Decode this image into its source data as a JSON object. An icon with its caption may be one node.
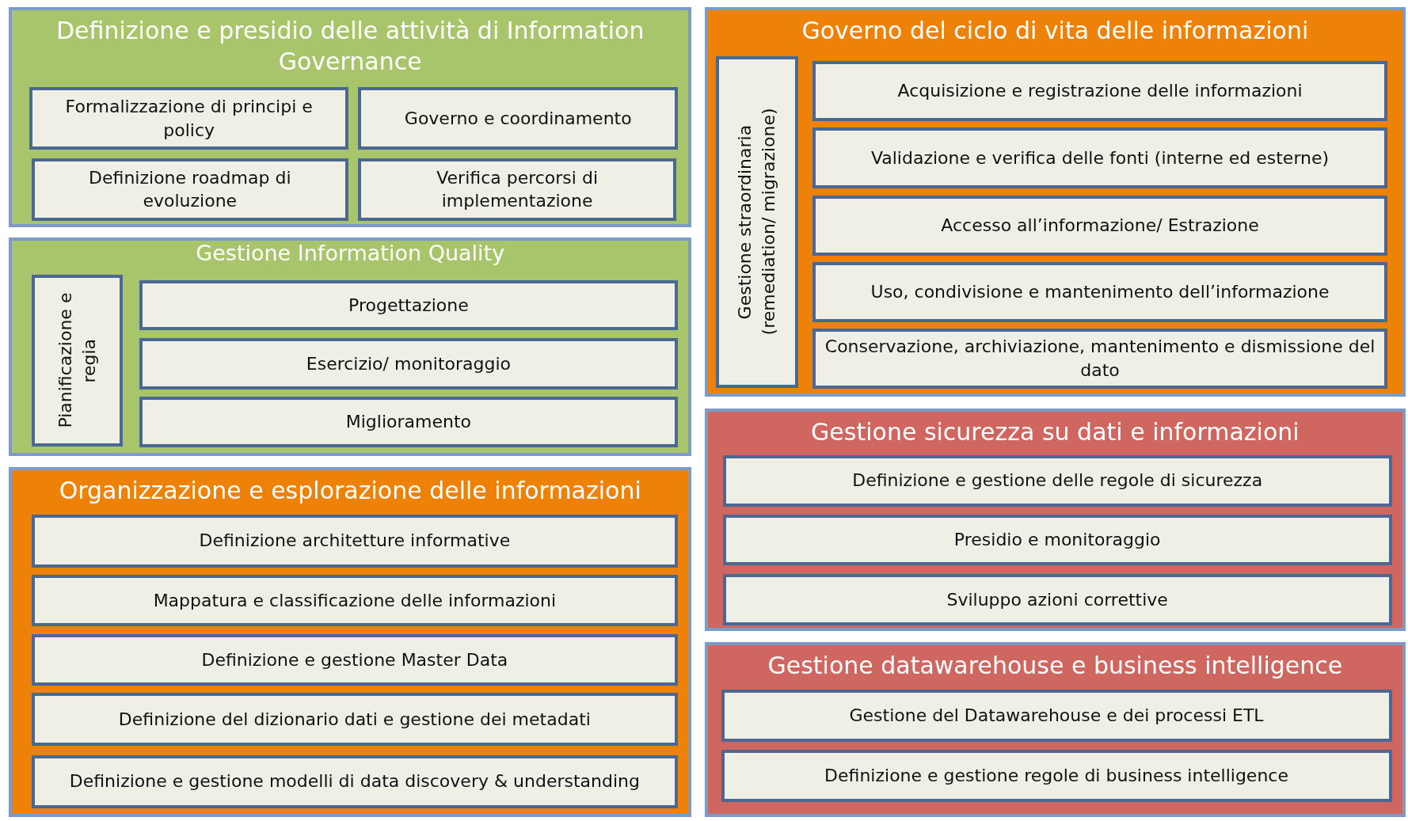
{
  "diagram": {
    "nodes": [
      {
        "text": [
          "Definizione e presidio delle attività di Information Governance"
        ]
      },
      {
        "text": [
          "Formalizzazione di principi e policy"
        ],
        "in": 0
      },
      {
        "text": [
          "Governo e coordinamento"
        ],
        "in": 0
      },
      {
        "text": [
          "Definizione roadmap di evoluzione"
        ],
        "in": 0
      },
      {
        "text": [
          "Verifica percorsi di implementazione"
        ],
        "in": 0
      },
      {
        "text": [
          "Gestione Information Quality"
        ]
      },
      {
        "text": [
          "Pianificazione e regia"
        ],
        "in": 5
      },
      {
        "text": [
          "Progettazione"
        ],
        "in": 5
      },
      {
        "text": [
          "Esercizio/ monitoraggio"
        ],
        "in": 5
      },
      {
        "text": [
          "Miglioramento"
        ],
        "in": 5
      },
      {
        "text": [
          "Organizzazione e esplorazione delle informazioni"
        ]
      },
      {
        "text": [
          "Definizione architetture informative"
        ],
        "in": 10
      },
      {
        "text": [
          "Mappatura e classificazione delle informazioni"
        ],
        "in": 10
      },
      {
        "text": [
          "Definizione e gestione Master Data"
        ],
        "in": 10
      },
      {
        "text": [
          "Definizione del dizionario dati e gestione dei metadati"
        ],
        "in": 10
      },
      {
        "text": [
          "Definizione e gestione modelli di data discovery & understanding"
        ],
        "in": 10
      },
      {
        "text": [
          "Governo del ciclo di vita delle informazioni"
        ]
      },
      {
        "text": [
          "Gestione straordinaria (remediation/ migrazione)"
        ],
        "in": 16
      },
      {
        "text": [
          "Acquisizione e registrazione delle informazioni"
        ],
        "in": 16
      },
      {
        "text": [
          "Validazione e verifica delle fonti (interne ed esterne)"
        ],
        "in": 16
      },
      {
        "text": [
          "Accesso all’informazione/ Estrazione"
        ],
        "in": 16
      },
      {
        "text": [
          "Uso, condivisione e mantenimento dell’informazione"
        ],
        "in": 16
      },
      {
        "text": [
          "Conservazione, archiviazione, mantenimento e dismissione del dato"
        ],
        "in": 16
      },
      {
        "text": [
          "Gestione sicurezza su dati e informazioni"
        ]
      },
      {
        "text": [
          "Definizione e gestione delle regole di sicurezza"
        ],
        "in": 23
      },
      {
        "text": [
          "Presidio e monitoraggio"
        ],
        "in": 23
      },
      {
        "text": [
          "Sviluppo azioni correttive"
        ],
        "in": 23
      },
      {
        "text": [
          "Gestione datawarehouse e business intelligence"
        ]
      },
      {
        "text": [
          "Gestione del Datawarehouse e dei processi ETL"
        ],
        "in": 27
      },
      {
        "text": [
          "Definizione e gestione regole di business intelligence"
        ],
        "in": 27
      }
    ]
  }
}
